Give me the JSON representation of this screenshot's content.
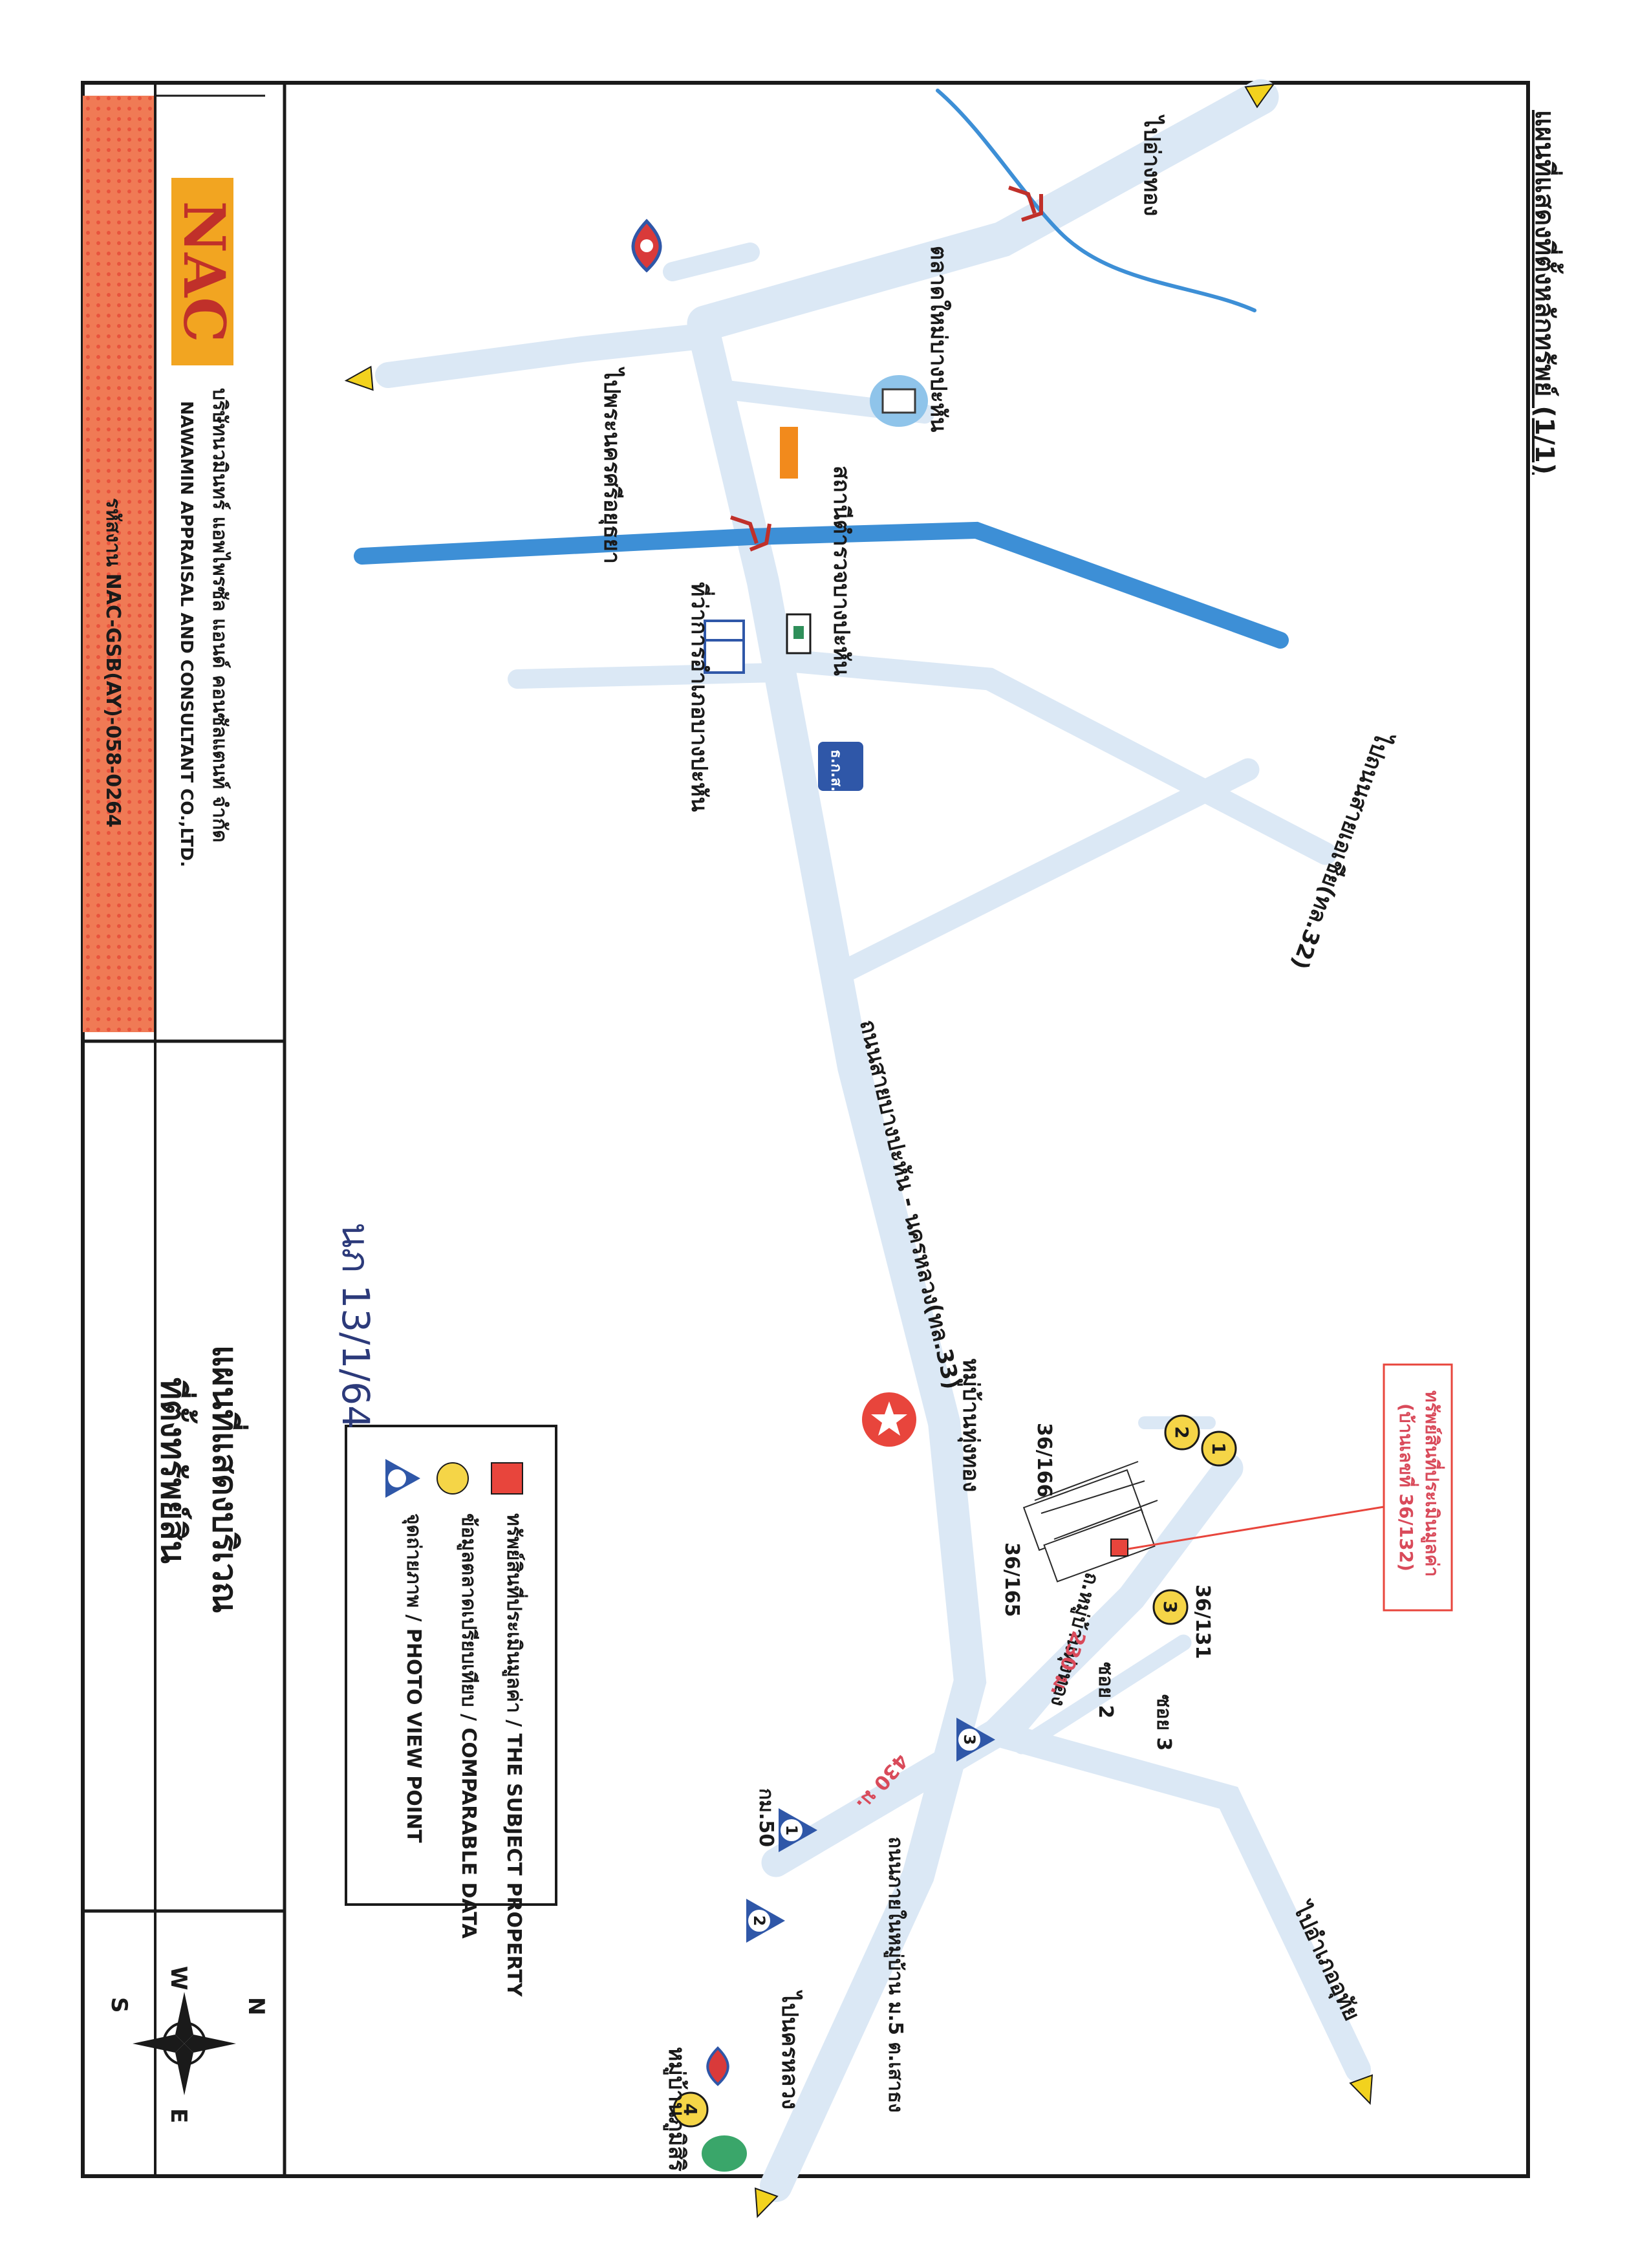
{
  "page_title": "แผนที่แสดงที่ตั้งหลักทรัพย์ (1/1)",
  "colors": {
    "road": "#dbe8f5",
    "river": "#3d8fd6",
    "border": "#1a1a1a",
    "sidebar": "#f07a55",
    "subject": "#e8453c",
    "comparable": "#f5d547",
    "photo_point": "#2f57a8",
    "arrow": "#f2d21e"
  },
  "company": {
    "logo_text": "NAC",
    "name_th": "บริษัทนวมินทร์ แอพไพรซัล แอนด์ คอนซัลแตนท์ จำกัด",
    "name_en": "NAWAMIN APPRAISAL AND CONSULTANT CO.,LTD.",
    "job_code": "รหัสงาน  NAC-GSB(AY)-058-0264"
  },
  "map_box_title": {
    "line1": "แผนที่แสดงบริเวณ",
    "line2": "ที่ตั้งทรัพย์สิน"
  },
  "handwriting": "นภ 13/1/64",
  "legend": [
    {
      "icon": "red-square-icon",
      "label": "ทรัพย์สินที่ประเมินมูลค่า / THE SUBJECT PROPERTY"
    },
    {
      "icon": "yellow-circle-icon",
      "label": "ข้อมูลตลาดเปรียบเทียบ / COMPARABLE DATA"
    },
    {
      "icon": "photo-view-point-icon",
      "label": "จุดถ่ายภาพ / PHOTO VIEW POINT"
    }
  ],
  "compass": {
    "n": "N",
    "s": "S",
    "e": "E",
    "w": "W"
  },
  "map_labels": {
    "to_chang": "ไปอ่างทอง",
    "market": "ตลาดใหม่บางปะหัน",
    "to_phra_nakhon": "ไปพระนครศรีอยุธยา",
    "police": "สถานีตำรวจบางปะหัน",
    "district_office": "ที่ว่าการอำเภอบางปะหัน",
    "to_hwy32": "ไปถนนสายเอเชีย(ทล.32)",
    "main_road": "ถนนสายบางปะหัน - นครหลวง(ทล.33)",
    "village_thung_thong": "หมู่บ้านทุ่งทอง",
    "subject_callout_1": "ทรัพย์สินที่ประเมินมูลค่า",
    "subject_callout_2": "(บ้านเลขที่ 36/132)",
    "house_36_166": "36/166",
    "house_36_165": "36/165",
    "house_36_131": "36/131",
    "village_road": "ถ.หมู่บ้านทุ่งทอง",
    "soi_2": "ซอย 2",
    "soi_3": "ซอย 3",
    "dist_230": "230 ม.",
    "dist_430": "430 ม.",
    "inner_road": "ถนนภายในหมู่บ้าน ม.5 ต.เสาธง",
    "km_50": "กม.50",
    "to_nakhon_luang": "ไปนครหลวง",
    "to_uthai": "ไปอำเภออุทัย",
    "village_phumisiri": "หมู่บ้านภูมิสิริ",
    "bank_sign": "ธ.ก.ส."
  },
  "comparables": [
    "1",
    "2",
    "3",
    "4"
  ],
  "photo_points": [
    "1",
    "2",
    "3"
  ]
}
